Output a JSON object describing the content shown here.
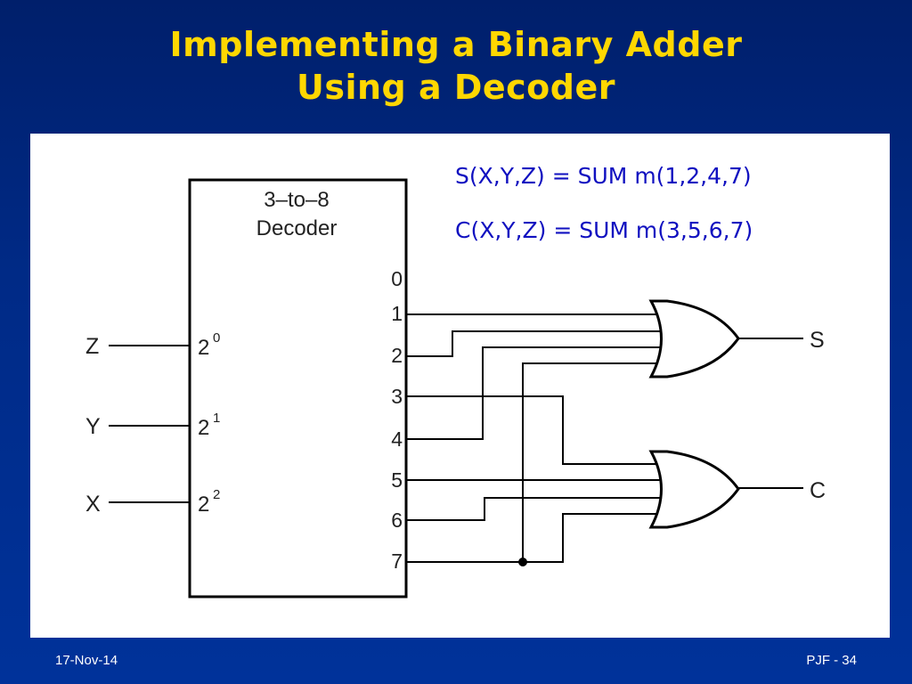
{
  "slide": {
    "title_line1": "Implementing a Binary Adder",
    "title_line2": "Using a Decoder",
    "footer_date": "17-Nov-14",
    "footer_page": "PJF - 34"
  },
  "equations": {
    "sum": "S(X,Y,Z) = SUM m(1,2,4,7)",
    "carry": "C(X,Y,Z) = SUM m(3,5,6,7)"
  },
  "decoder": {
    "title_line1": "3–to–8",
    "title_line2": "Decoder",
    "input_names": [
      "Z",
      "Y",
      "X"
    ],
    "input_base": [
      "2",
      "2",
      "2"
    ],
    "input_exp": [
      "0",
      "1",
      "2"
    ],
    "output_labels": [
      "0",
      "1",
      "2",
      "3",
      "4",
      "5",
      "6",
      "7"
    ]
  },
  "gates": {
    "sum_output": "S",
    "carry_output": "C"
  },
  "colors": {
    "equation_text": "#1010c0",
    "title": "#ffd700",
    "background": "#002a86"
  }
}
